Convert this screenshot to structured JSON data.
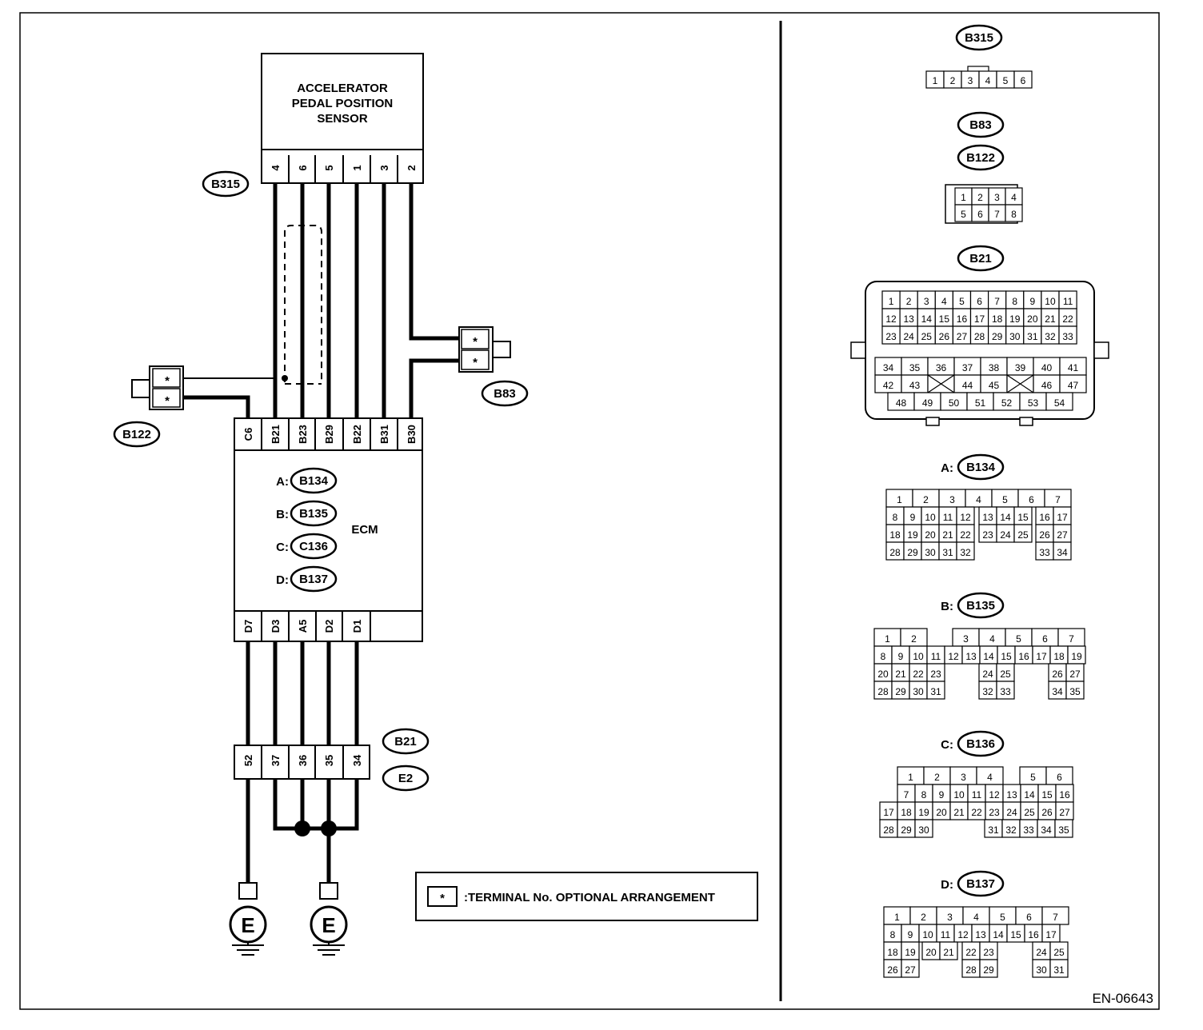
{
  "sensor": {
    "line1": "ACCELERATOR",
    "line2": "PEDAL POSITION",
    "line3": "SENSOR"
  },
  "sensor_pins": [
    "4",
    "6",
    "5",
    "1",
    "3",
    "2"
  ],
  "ecm": {
    "label": "ECM",
    "top_pins": [
      "C6",
      "B21",
      "B23",
      "B29",
      "B22",
      "B31",
      "B30"
    ],
    "bottom_pins": [
      "D7",
      "D3",
      "A5",
      "D2",
      "D1"
    ],
    "connectors": [
      {
        "prefix": "A:",
        "id": "B134"
      },
      {
        "prefix": "B:",
        "id": "B135"
      },
      {
        "prefix": "C:",
        "id": "C136"
      },
      {
        "prefix": "D:",
        "id": "B137"
      }
    ]
  },
  "ground_block_pins": [
    "52",
    "37",
    "36",
    "35",
    "34"
  ],
  "ground_symbol": "E",
  "tags": {
    "b315": "B315",
    "b122": "B122",
    "b83": "B83",
    "b21": "B21",
    "e2": "E2"
  },
  "optional_mark": "*",
  "legend": {
    "symbol": "*",
    "text": ":TERMINAL No. OPTIONAL ARRANGEMENT"
  },
  "figure_id": "EN-06643",
  "right_panel": {
    "b315": {
      "id": "B315",
      "pins": [
        "1",
        "2",
        "3",
        "4",
        "5",
        "6"
      ]
    },
    "b83": {
      "id": "B83"
    },
    "b122": {
      "id": "B122",
      "rows": [
        [
          "1",
          "2",
          "3",
          "4"
        ],
        [
          "5",
          "6",
          "7",
          "8"
        ]
      ]
    },
    "b21": {
      "id": "B21",
      "upper_rows": [
        [
          "1",
          "2",
          "3",
          "4",
          "5",
          "6",
          "7",
          "8",
          "9",
          "10",
          "11"
        ],
        [
          "12",
          "13",
          "14",
          "15",
          "16",
          "17",
          "18",
          "19",
          "20",
          "21",
          "22"
        ],
        [
          "23",
          "24",
          "25",
          "26",
          "27",
          "28",
          "29",
          "30",
          "31",
          "32",
          "33"
        ]
      ],
      "lower_rows": [
        [
          "34",
          "35",
          "36",
          "37",
          "38",
          "39",
          "40",
          "41"
        ],
        [
          "42",
          "43",
          "",
          "44",
          "45",
          "",
          "46",
          "47"
        ]
      ],
      "bottom_row": [
        "48",
        "49",
        "50",
        "51",
        "52",
        "53",
        "54"
      ]
    },
    "a": {
      "prefix": "A:",
      "id": "B134",
      "rows": [
        [
          "1",
          "2",
          "3",
          "4",
          "5",
          "6",
          "7"
        ],
        [
          "8",
          "9",
          "10",
          "11",
          "12",
          "13",
          "14",
          "15",
          "16",
          "17"
        ],
        [
          "18",
          "19",
          "20",
          "21",
          "22",
          "23",
          "24",
          "25",
          "26",
          "27"
        ],
        [
          "28",
          "29",
          "30",
          "31",
          "32",
          "33",
          "34"
        ]
      ]
    },
    "b": {
      "prefix": "B:",
      "id": "B135",
      "rows": [
        [
          "1",
          "2",
          "3",
          "4",
          "5",
          "6",
          "7"
        ],
        [
          "8",
          "9",
          "10",
          "11",
          "12",
          "13",
          "14",
          "15",
          "16",
          "17",
          "18",
          "19"
        ],
        [
          "20",
          "21",
          "22",
          "23",
          "24",
          "25",
          "26",
          "27"
        ],
        [
          "28",
          "29",
          "30",
          "31",
          "32",
          "33",
          "34",
          "35"
        ]
      ]
    },
    "c": {
      "prefix": "C:",
      "id": "B136",
      "rows": [
        [
          "1",
          "2",
          "3",
          "4",
          "5",
          "6"
        ],
        [
          "7",
          "8",
          "9",
          "10",
          "11",
          "12",
          "13",
          "14",
          "15",
          "16"
        ],
        [
          "17",
          "18",
          "19",
          "20",
          "21",
          "22",
          "23",
          "24",
          "25",
          "26",
          "27"
        ],
        [
          "28",
          "29",
          "30",
          "31",
          "32",
          "33",
          "34",
          "35"
        ]
      ]
    },
    "d": {
      "prefix": "D:",
      "id": "B137",
      "rows": [
        [
          "1",
          "2",
          "3",
          "4",
          "5",
          "6",
          "7"
        ],
        [
          "8",
          "9",
          "10",
          "11",
          "12",
          "13",
          "14",
          "15",
          "16",
          "17"
        ],
        [
          "18",
          "19",
          "20",
          "21",
          "22",
          "23",
          "24",
          "25"
        ],
        [
          "26",
          "27",
          "28",
          "29",
          "30",
          "31"
        ]
      ]
    }
  }
}
